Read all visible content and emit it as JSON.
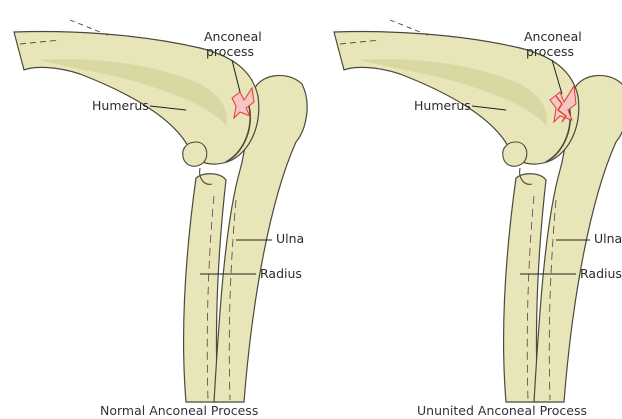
{
  "colors": {
    "bone_fill": "#e8e6b8",
    "bone_shade": "#d3d19a",
    "bone_outline": "#4a4a3a",
    "lesion_fill": "#f6c6c2",
    "lesion_outline": "#e03a3a",
    "label_text": "#2b2b2b"
  },
  "panels": [
    {
      "caption": "Normal Anconeal Process",
      "labels": {
        "anconeal_line1": "Anconeal",
        "anconeal_line2": "process",
        "humerus": "Humerus",
        "ulna": "Ulna",
        "radius": "Radius"
      }
    },
    {
      "caption": "Ununited Anconeal Process",
      "labels": {
        "anconeal_line1": "Anconeal",
        "anconeal_line2": "process",
        "humerus": "Humerus",
        "ulna": "Ulna",
        "radius": "Radius"
      }
    }
  ]
}
